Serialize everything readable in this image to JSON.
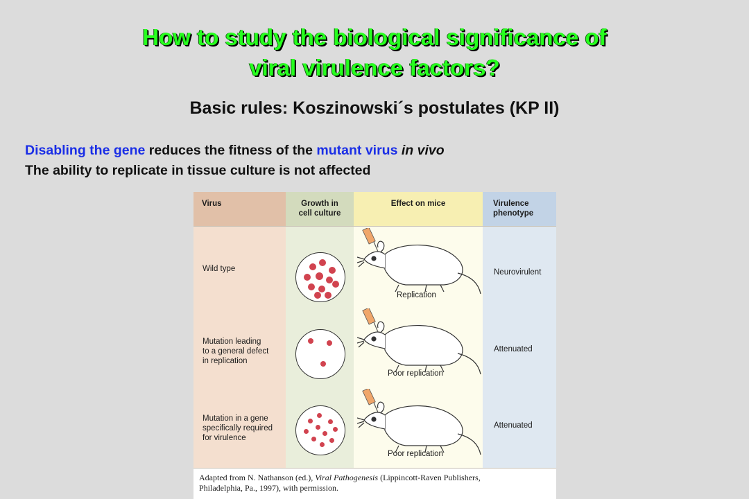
{
  "title": {
    "line1": "How to study the biological significance of",
    "line2": "viral virulence factors?"
  },
  "subtitle": "Basic rules: Koszinowski´s postulates (KP II)",
  "rules": {
    "line1_part1": "Disabling the gene",
    "line1_part2": " reduces the fitness of the ",
    "line1_part3": "mutant virus",
    "line1_part4": " in vivo",
    "line2": "The ability to replicate in tissue culture is not affected"
  },
  "figure": {
    "headers": {
      "virus": "Virus",
      "growth_1": "Growth in",
      "growth_2": "cell culture",
      "effect": "Effect on mice",
      "pheno_1": "Virulence",
      "pheno_2": "phenotype"
    },
    "rows": [
      {
        "virus_lines": [
          "Wild type"
        ],
        "replication": "Replication",
        "phenotype": "Neurovirulent"
      },
      {
        "virus_lines": [
          "Mutation leading",
          "to a general defect",
          "in replication"
        ],
        "replication": "Poor replication",
        "phenotype": "Attenuated"
      },
      {
        "virus_lines": [
          "Mutation in a gene",
          "specifically required",
          "for virulence"
        ],
        "replication": "Poor replication",
        "phenotype": "Attenuated"
      }
    ],
    "credit": {
      "part1": "Adapted from N. Nathanson (ed.), ",
      "part2": "Viral Pathogenesis",
      "part3": " (Lippincott-Raven Publishers,",
      "line2": "Philadelphia, Pa., 1997), with permission."
    },
    "colors": {
      "dot": "#d1434f",
      "title_green": "#26ff1e",
      "blue_text": "#1a2ee6"
    }
  }
}
